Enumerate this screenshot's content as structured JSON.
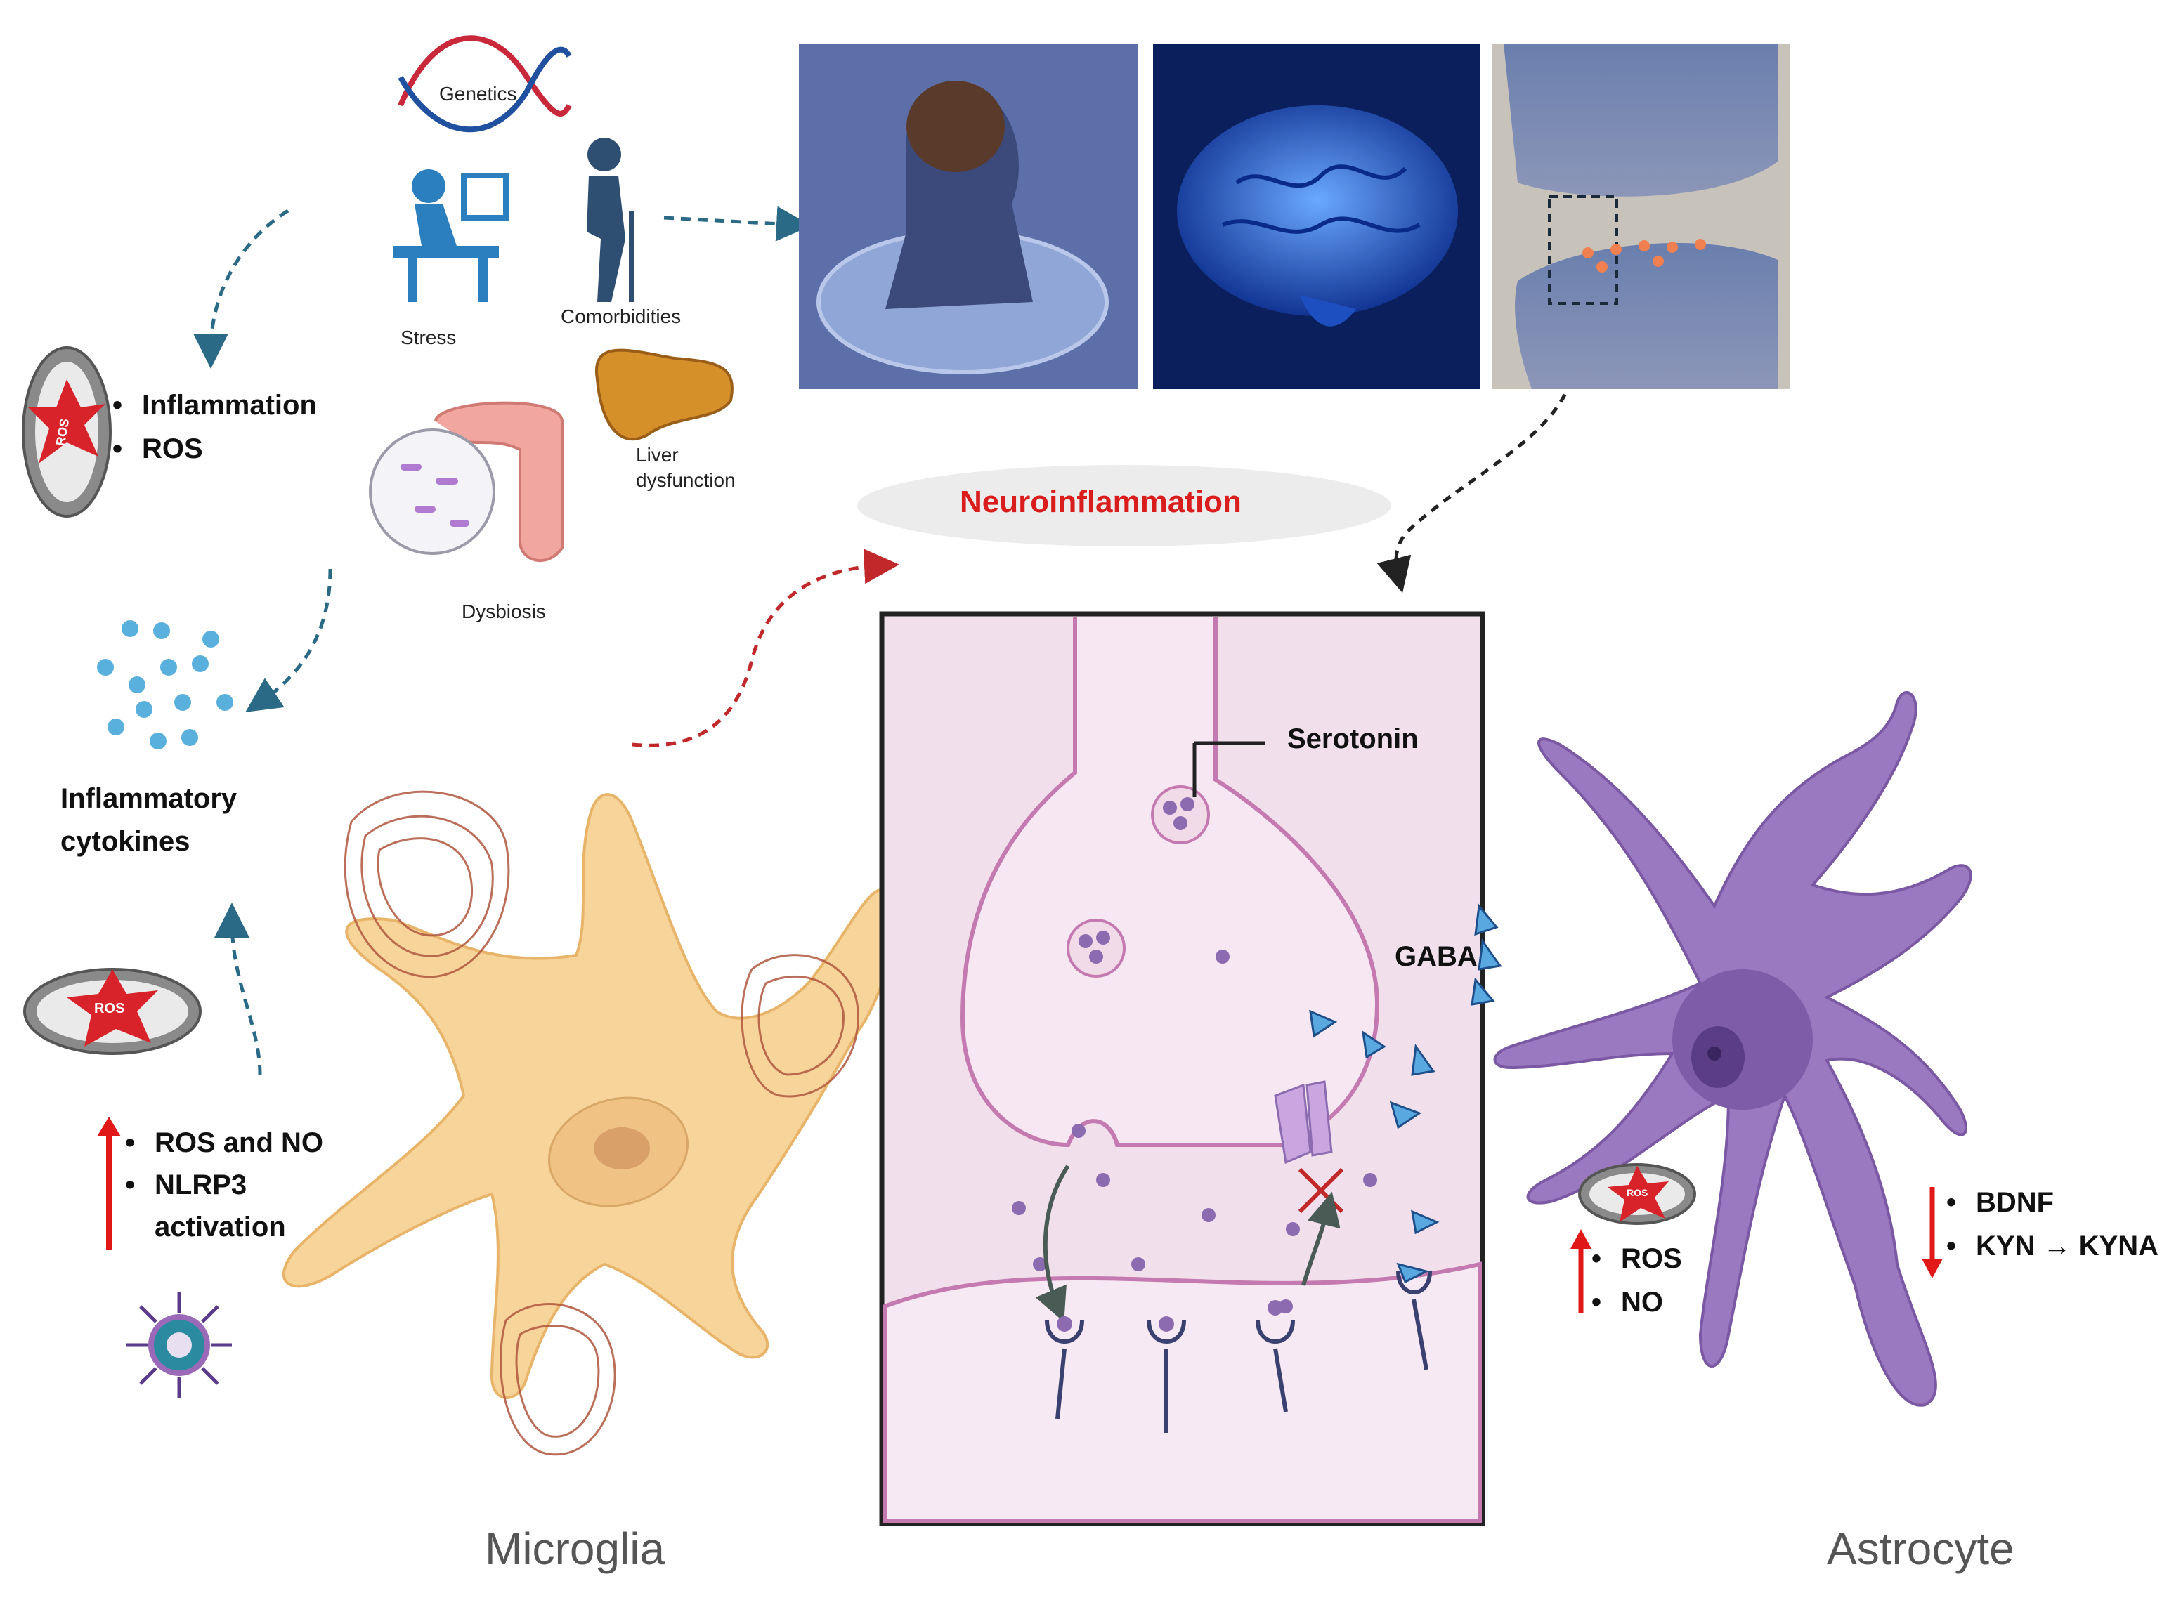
{
  "risk_factors": {
    "genetics": "Genetics",
    "stress": "Stress",
    "comorbidities": "Comorbidities",
    "liver_line1": "Liver",
    "liver_line2": "dysfunction",
    "dysbiosis": "Dysbiosis"
  },
  "mito_top_items": [
    "Inflammation",
    "ROS"
  ],
  "ros_badge": "ROS",
  "cytokines_line1": "Inflammatory",
  "cytokines_line2": "cytokines",
  "microglia_items": [
    "ROS and NO",
    "NLRP3",
    "activation"
  ],
  "neuroinflammation": "Neuroinflammation",
  "synapse": {
    "serotonin": "Serotonin",
    "gaba": "GABA"
  },
  "astrocyte_up_items": [
    "ROS",
    "NO"
  ],
  "astrocyte_down_items": [
    "BDNF",
    "KYN → KYNA"
  ],
  "cell_labels": {
    "microglia": "Microglia",
    "astrocyte": "Astrocyte"
  },
  "colors": {
    "red_arrow": "#e01818",
    "dashed_teal": "#2a6a86",
    "dashed_red": "#c0282a",
    "microglia_fill": "#f7d49a",
    "astrocyte_fill": "#9b79c0",
    "synapse_fill": "#f3e3ef",
    "title_red": "#d91c1c"
  }
}
